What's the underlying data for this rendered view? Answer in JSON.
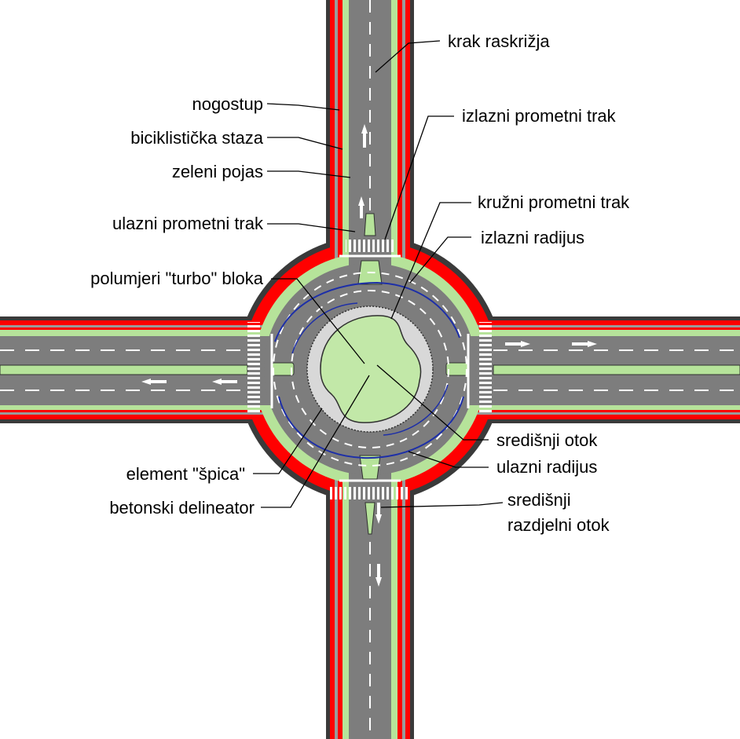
{
  "colors": {
    "road": "#7d7d7d",
    "sidewalk": "#888888",
    "bike_path": "#ff0000",
    "green": "#b6e39a",
    "island_green": "#c2e8a8",
    "marking": "#ffffff",
    "turbo_line": "#1d2fa8",
    "edge": "#303030"
  },
  "labels": {
    "krak_raskrizja": "krak raskrižja",
    "nogostup": "nogostup",
    "biciklisticka_staza": "biciklistička staza",
    "zeleni_pojas": "zeleni pojas",
    "ulazni_prometni_trak": "ulazni prometni trak",
    "polumjeri_turbo_bloka": "polumjeri \"turbo\" bloka",
    "izlazni_prometni_trak": "izlazni prometni trak",
    "kruzni_prometni_trak": "kružni prometni trak",
    "izlazni_radijus": "izlazni radijus",
    "sredisnji_otok": "središnji otok",
    "ulazni_radijus": "ulazni radijus",
    "sredisnji_razdjelni_otok_line1": "središnji",
    "sredisnji_razdjelni_otok_line2": "razdjelni otok",
    "element_spica": "element \"špica\"",
    "betonski_delineator": "betonski delineator"
  }
}
